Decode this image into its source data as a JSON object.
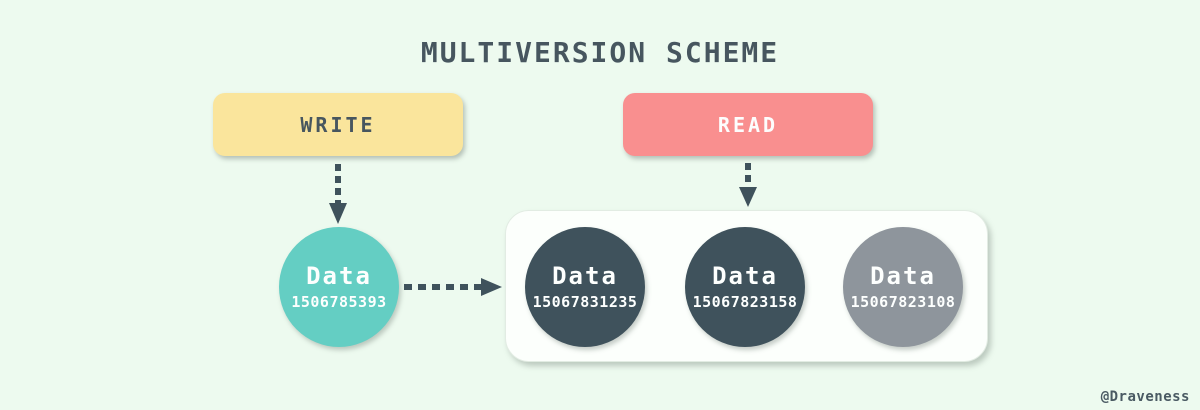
{
  "title": "MULTIVERSION SCHEME",
  "watermark": "@Draveness",
  "write_box": {
    "label": "WRITE"
  },
  "read_box": {
    "label": "READ"
  },
  "write_version": {
    "label": "Data",
    "version": "1506785393"
  },
  "version_store": {
    "items": [
      {
        "label": "Data",
        "version": "15067831235"
      },
      {
        "label": "Data",
        "version": "15067823158"
      },
      {
        "label": "Data",
        "version": "15067823108"
      }
    ]
  },
  "colors": {
    "background": "#EDFAEF",
    "write_box": "#FAE59C",
    "read_box": "#F98F8F",
    "current_version_circle": "#64CEC3",
    "committed_version_circle": "#3F525C",
    "old_version_circle": "#8E959C",
    "slate_text": "#47565F",
    "panel": "#FCFFFC",
    "arrow": "#3F525C"
  }
}
